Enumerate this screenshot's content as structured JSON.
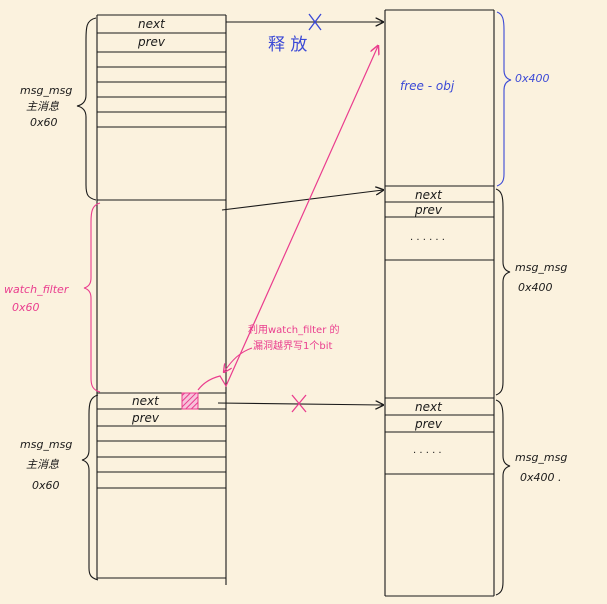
{
  "left_column": {
    "top_block": {
      "next_label": "next",
      "prev_label": "prev",
      "side_label_lines": [
        "msg_msg",
        "主消息",
        "0x60"
      ]
    },
    "middle_block": {
      "side_label_lines": [
        "watch_filter",
        "0x60"
      ]
    },
    "bottom_block": {
      "next_label": "next",
      "prev_label": "prev",
      "side_label_lines": [
        "msg_msg",
        "主消息",
        "0x60"
      ]
    }
  },
  "right_column": {
    "top_block": {
      "inner_label": "free - obj",
      "side_label": "0x400"
    },
    "middle_block": {
      "next_label": "next",
      "prev_label": "prev",
      "dots": ". . .  . . .",
      "side_label_lines": [
        "msg_msg",
        "0x400"
      ]
    },
    "bottom_block": {
      "next_label": "next",
      "prev_label": "prev",
      "dots": ". .  . . .",
      "side_label_lines": [
        "msg_msg",
        "0x400 ."
      ]
    }
  },
  "annotations": {
    "release_label": "释 放",
    "overflow_note_lines": [
      "利用watch_filter 的",
      "漏洞越界写1个bit"
    ]
  },
  "colors": {
    "ink": "#1a1a1a",
    "blue": "#3b49d6",
    "pink": "#ea3d8e",
    "background": "#fbf2de"
  }
}
